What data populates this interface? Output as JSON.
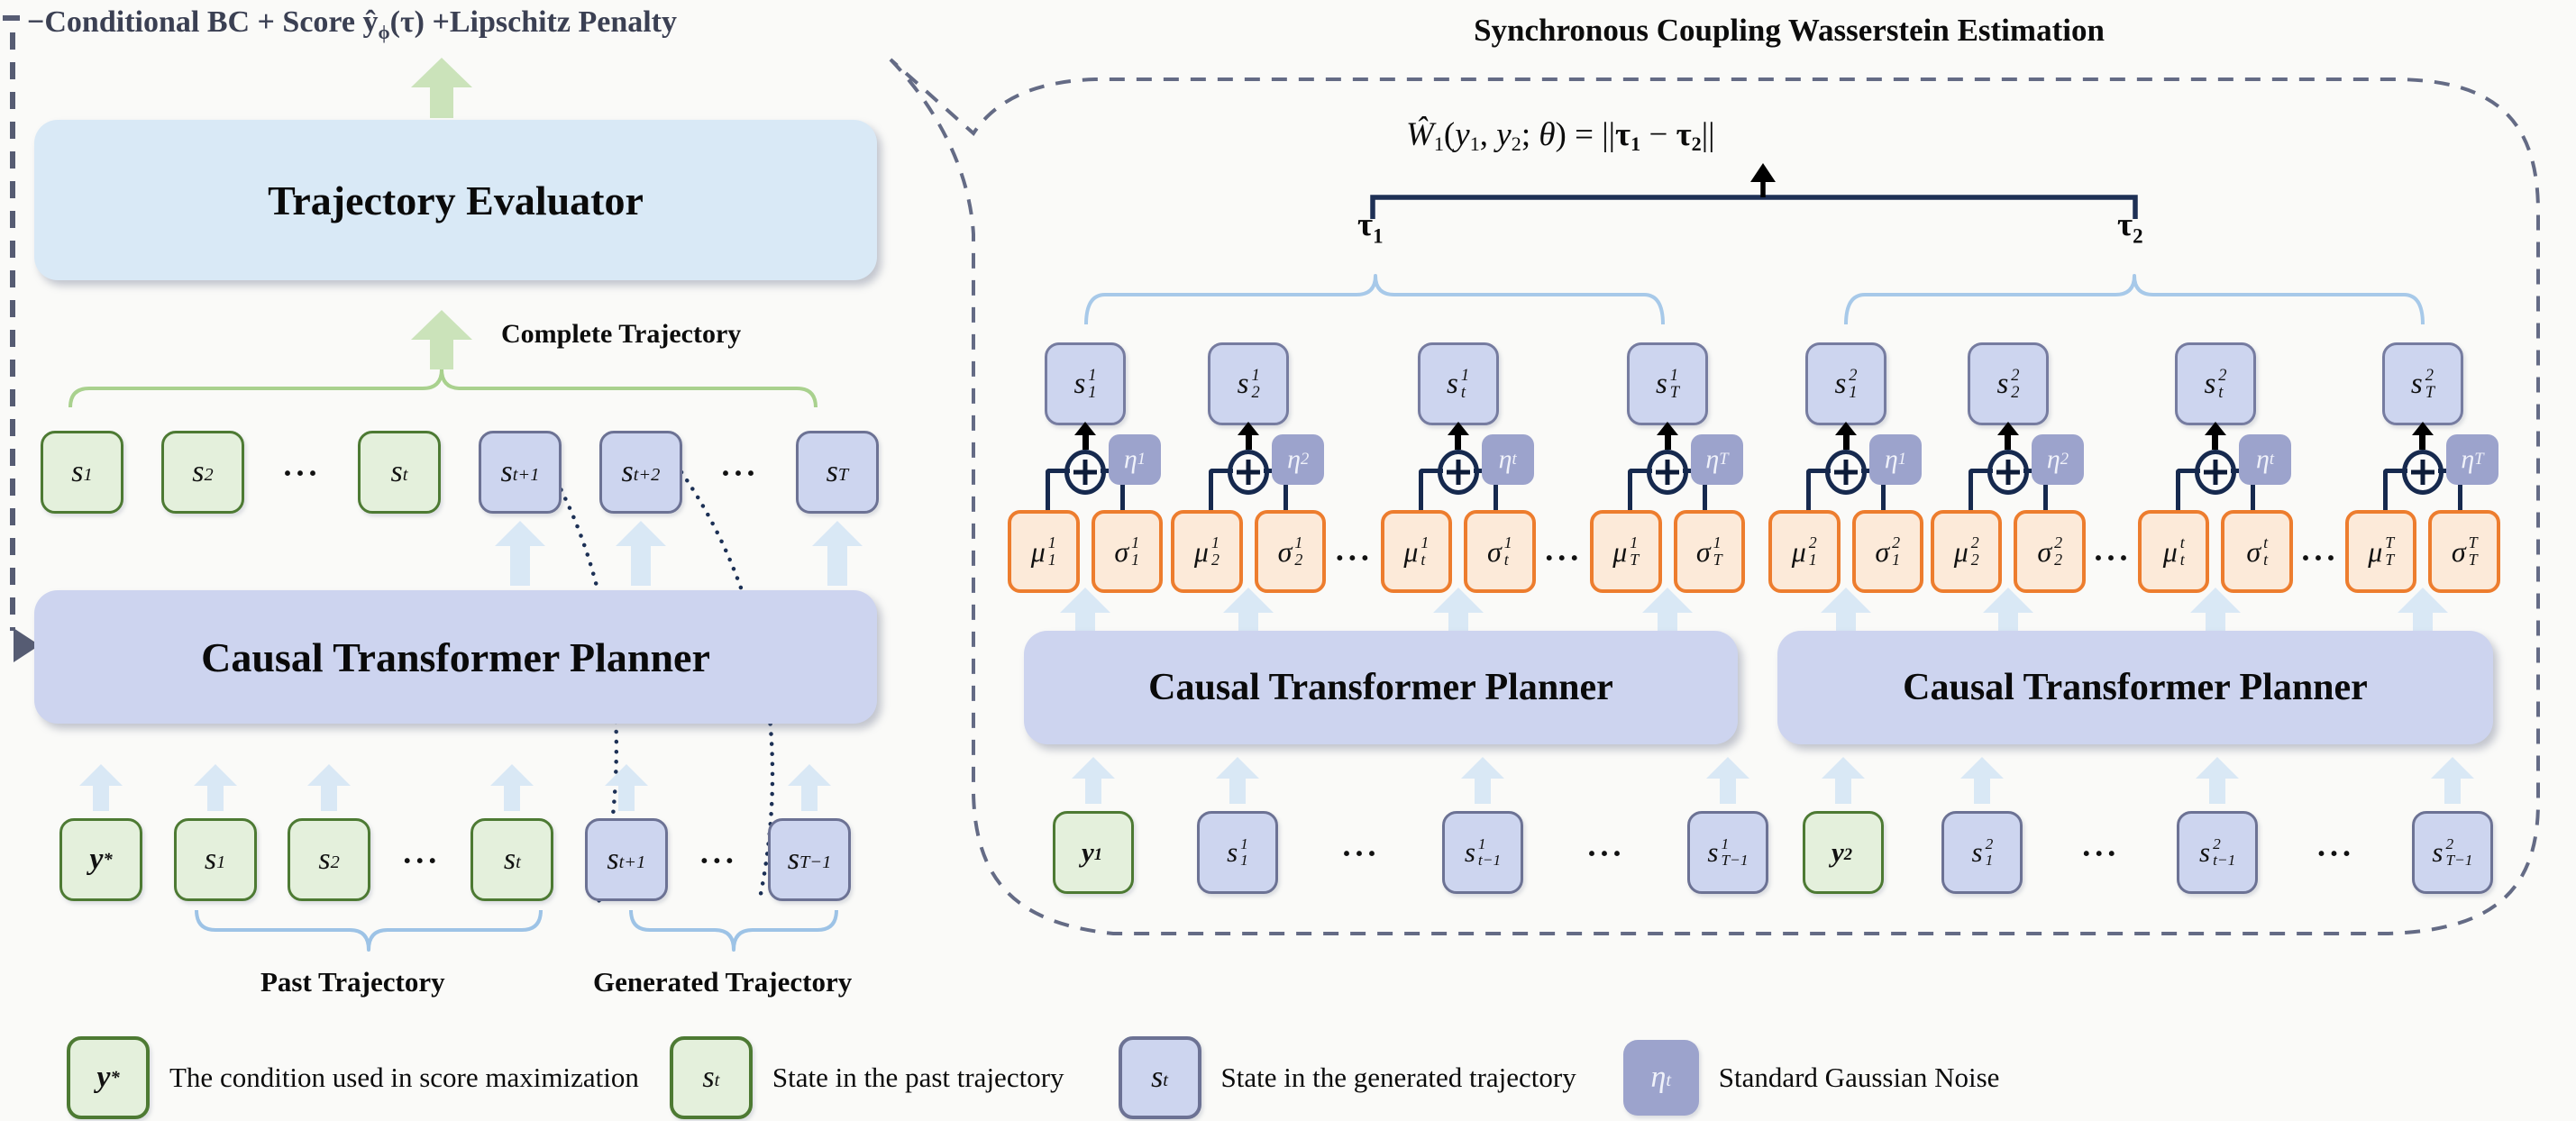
{
  "left": {
    "title_pre": "−Conditional BC + Score ",
    "title_yhat": "ŷ",
    "title_phi": "ϕ",
    "title_tail": "(τ) +Lipschitz Penalty",
    "evaluator": "Trajectory Evaluator",
    "planner": "Causal Transformer Planner",
    "complete": "Complete Trajectory",
    "past": "Past Trajectory",
    "generated": "Generated Trajectory",
    "middle_row": [
      {
        "kind": "past",
        "cls": "green",
        "base": "s",
        "sub2": "1"
      },
      {
        "kind": "past",
        "cls": "green",
        "base": "s",
        "sub2": "2"
      },
      {
        "kind": "dots",
        "text": "···"
      },
      {
        "kind": "past",
        "cls": "green",
        "base": "s",
        "sub2": "t"
      },
      {
        "kind": "gen",
        "cls": "blue",
        "base": "s",
        "sub2": "t+1"
      },
      {
        "kind": "gen",
        "cls": "blue",
        "base": "s",
        "sub2": "t+2"
      },
      {
        "kind": "dots",
        "text": "···"
      },
      {
        "kind": "gen",
        "cls": "blue",
        "base": "s",
        "sub2": "T"
      }
    ],
    "bottom_row": [
      {
        "kind": "in",
        "cls": "green ybox",
        "base": "y",
        "sup2": "*"
      },
      {
        "kind": "in",
        "cls": "green",
        "base": "s",
        "sub2": "1"
      },
      {
        "kind": "in",
        "cls": "green",
        "base": "s",
        "sub2": "2"
      },
      {
        "kind": "dots",
        "text": "···"
      },
      {
        "kind": "in",
        "cls": "green",
        "base": "s",
        "sub2": "t"
      },
      {
        "kind": "in",
        "cls": "blue",
        "base": "s",
        "sub2": "t+1"
      },
      {
        "kind": "dots",
        "text": "···"
      },
      {
        "kind": "in",
        "cls": "blue",
        "base": "s",
        "sub2": "T−1"
      }
    ]
  },
  "right": {
    "title": "Synchronous Coupling Wasserstein Estimation",
    "formula_tokens": [
      {
        "kind": "it",
        "text": "Ŵ"
      },
      {
        "kind": "sub",
        "text": "1"
      },
      {
        "kind": "t",
        "text": "("
      },
      {
        "kind": "it",
        "text": "y"
      },
      {
        "kind": "sub",
        "text": "1"
      },
      {
        "kind": "t",
        "text": ", "
      },
      {
        "kind": "it",
        "text": "y"
      },
      {
        "kind": "sub",
        "text": "2"
      },
      {
        "kind": "t",
        "text": "; "
      },
      {
        "kind": "it",
        "text": "θ"
      },
      {
        "kind": "t",
        "text": ") =  ||"
      },
      {
        "kind": "b",
        "text": "τ"
      },
      {
        "kind": "bsub",
        "text": "1"
      },
      {
        "kind": "t",
        "text": " − "
      },
      {
        "kind": "b",
        "text": "τ"
      },
      {
        "kind": "bsub",
        "text": "2"
      },
      {
        "kind": "t",
        "text": "||"
      }
    ],
    "tau1": "τ",
    "tau1_sub": "1",
    "tau2": "τ",
    "tau2_sub": "2",
    "planner": "Causal Transformer Planner",
    "half1_groups": [
      {
        "kind": "g",
        "s": {
          "base": "s",
          "sup": "1",
          "sub": "1"
        },
        "eta": {
          "base": "η",
          "sub2": "1"
        },
        "mu": {
          "base": "μ",
          "sup": "1",
          "sub": "1"
        },
        "sigma": {
          "base": "σ",
          "sup": "1",
          "sub": "1"
        }
      },
      {
        "kind": "g",
        "s": {
          "base": "s",
          "sup": "1",
          "sub": "2"
        },
        "eta": {
          "base": "η",
          "sub2": "2"
        },
        "mu": {
          "base": "μ",
          "sup": "1",
          "sub": "2"
        },
        "sigma": {
          "base": "σ",
          "sup": "1",
          "sub": "2"
        }
      },
      {
        "kind": "dots",
        "text": "···"
      },
      {
        "kind": "g",
        "s": {
          "base": "s",
          "sup": "1",
          "sub": "t"
        },
        "eta": {
          "base": "η",
          "sub2": "t"
        },
        "mu": {
          "base": "μ",
          "sup": "1",
          "sub": "t"
        },
        "sigma": {
          "base": "σ",
          "sup": "1",
          "sub": "t"
        }
      },
      {
        "kind": "dots",
        "text": "···"
      },
      {
        "kind": "g",
        "s": {
          "base": "s",
          "sup": "1",
          "sub": "T"
        },
        "eta": {
          "base": "η",
          "sub2": "T"
        },
        "mu": {
          "base": "μ",
          "sup": "1",
          "sub": "T"
        },
        "sigma": {
          "base": "σ",
          "sup": "1",
          "sub": "T"
        }
      }
    ],
    "half2_groups": [
      {
        "kind": "g",
        "s": {
          "base": "s",
          "sup": "2",
          "sub": "1"
        },
        "eta": {
          "base": "η",
          "sub2": "1"
        },
        "mu": {
          "base": "μ",
          "sup": "2",
          "sub": "1"
        },
        "sigma": {
          "base": "σ",
          "sup": "2",
          "sub": "1"
        }
      },
      {
        "kind": "g",
        "s": {
          "base": "s",
          "sup": "2",
          "sub": "2"
        },
        "eta": {
          "base": "η",
          "sub2": "2"
        },
        "mu": {
          "base": "μ",
          "sup": "2",
          "sub": "2"
        },
        "sigma": {
          "base": "σ",
          "sup": "2",
          "sub": "2"
        }
      },
      {
        "kind": "dots",
        "text": "···"
      },
      {
        "kind": "g",
        "s": {
          "base": "s",
          "sup": "2",
          "sub": "t"
        },
        "eta": {
          "base": "η",
          "sub2": "t"
        },
        "mu": {
          "base": "μ",
          "sup": "t",
          "sub": "t"
        },
        "sigma": {
          "base": "σ",
          "sup": "t",
          "sub": "t"
        }
      },
      {
        "kind": "dots",
        "text": "···"
      },
      {
        "kind": "g",
        "s": {
          "base": "s",
          "sup": "2",
          "sub": "T"
        },
        "eta": {
          "base": "η",
          "sub2": "T"
        },
        "mu": {
          "base": "μ",
          "sup": "T",
          "sub": "T"
        },
        "sigma": {
          "base": "σ",
          "sup": "T",
          "sub": "T"
        }
      }
    ],
    "bottom1": [
      {
        "kind": "in",
        "cls": "green ybox",
        "base": "y",
        "sub2": "1"
      },
      {
        "kind": "in",
        "cls": "blue",
        "base": "s",
        "sup": "1",
        "sub": "1"
      },
      {
        "kind": "dots",
        "text": "···"
      },
      {
        "kind": "in",
        "cls": "blue",
        "base": "s",
        "sup": "1",
        "sub": "t−1"
      },
      {
        "kind": "dots",
        "text": "···"
      },
      {
        "kind": "in",
        "cls": "blue",
        "base": "s",
        "sup": "1",
        "sub": "T−1"
      }
    ],
    "bottom2": [
      {
        "kind": "in",
        "cls": "green ybox",
        "base": "y",
        "sub2": "2"
      },
      {
        "kind": "in",
        "cls": "blue",
        "base": "s",
        "sup": "2",
        "sub": "1"
      },
      {
        "kind": "dots",
        "text": "···"
      },
      {
        "kind": "in",
        "cls": "blue",
        "base": "s",
        "sup": "2",
        "sub": "t−1"
      },
      {
        "kind": "dots",
        "text": "···"
      },
      {
        "kind": "in",
        "cls": "blue",
        "base": "s",
        "sup": "2",
        "sub": "T−1"
      }
    ]
  },
  "legend": {
    "items": [
      {
        "kind": "lg",
        "cls": "green ybold",
        "base": "y",
        "sup2": "*",
        "text": "The condition used in score maximization"
      },
      {
        "kind": "lg",
        "cls": "green",
        "base": "s",
        "sub2": "t",
        "text": "State in the past trajectory"
      },
      {
        "kind": "lg",
        "cls": "blue",
        "base": "s",
        "sub2": "t",
        "text": "State in the generated trajectory"
      },
      {
        "kind": "lg",
        "cls": "eta",
        "base": "η",
        "sub2": "t",
        "text": "Standard Gaussian Noise"
      }
    ]
  },
  "colors": {
    "background": "#fafaf8",
    "evaluator_fill": "#d9e9f6",
    "planner_fill": "#cdd4ef",
    "state_past_fill": "#e4f0dc",
    "state_past_border": "#4d7a33",
    "state_gen_fill": "#cdd5ef",
    "state_gen_border": "#6c7294",
    "param_fill": "#fcead9",
    "param_border": "#ed7d2e",
    "noise_fill": "#9ca3cc",
    "arrow_green": "#cbe3ba",
    "arrow_blue": "#d9e8f5",
    "brace_green": "#a9d18e",
    "brace_blue": "#9dc3e6",
    "navy": "#1e3055",
    "dash": "#646b85",
    "title_text": "#3b4053"
  }
}
